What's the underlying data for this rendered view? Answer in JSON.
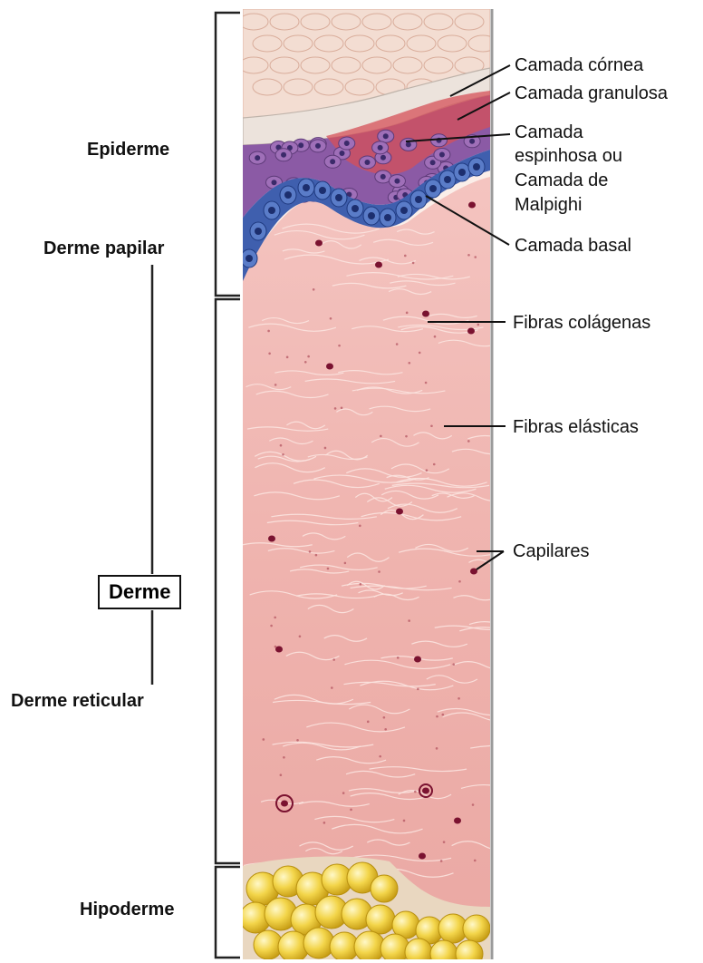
{
  "left_labels": {
    "epiderme": "Epiderme",
    "derme_papilar": "Derme papilar",
    "derme": "Derme",
    "derme_reticular": "Derme reticular",
    "hipoderme": "Hipoderme"
  },
  "right_labels": {
    "camada_cornea": "Camada córnea",
    "camada_granulosa": "Camada granulosa",
    "camada_espinhosa": [
      "Camada",
      "espinhosa ou",
      "Camada de",
      "Malpighi"
    ],
    "camada_basal": "Camada basal",
    "fibras_colagenas": "Fibras colágenas",
    "fibras_elasticas": "Fibras elásticas",
    "capilares": "Capilares"
  },
  "colors": {
    "derm": "#f0b7b3",
    "basal": "#3d5aa8",
    "spinous": "#7a4d9a",
    "granular": "#d8545a",
    "cornea": "#f2dccf",
    "fat": "#f0d24a",
    "capillary": "#7a1230"
  }
}
